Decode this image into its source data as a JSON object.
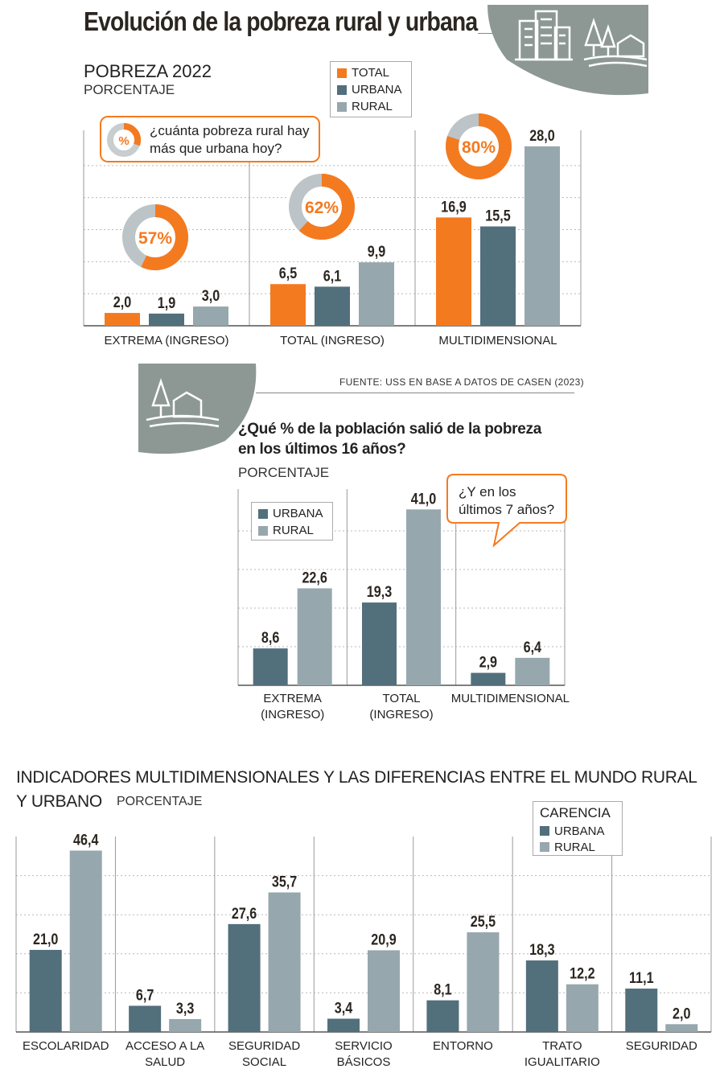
{
  "title": "Evolución de la pobreza rural y urbana",
  "colors": {
    "total": "#f47a20",
    "urbana": "#526f7c",
    "rural": "#97a7ae",
    "header_shape": "#8d9895"
  },
  "icons": [
    "buildings-icon",
    "trees-house-icon"
  ],
  "section1": {
    "title": "POBREZA 2022",
    "subtitle": "PORCENTAJE",
    "callout_badge": "%",
    "callout_text_1": "¿cuánta pobreza rural hay",
    "callout_text_2": "más que urbana hoy?",
    "source": "FUENTE: USS EN BASE A DATOS DE CASEN (2023)"
  },
  "section2": {
    "title_line1": "¿Qué % de la población salió de la pobreza",
    "title_line2": "en los últimos 16 años?",
    "subtitle": "PORCENTAJE",
    "bubble_line1": "¿Y en los",
    "bubble_line2": "últimos 7 años?"
  },
  "section3": {
    "title_line1": "INDICADORES MULTIDIMENSIONALES Y LAS DIFERENCIAS ENTRE EL MUNDO RURAL",
    "title_line2": "Y URBANO",
    "subtitle": "PORCENTAJE",
    "legend_title": "CARENCIA"
  },
  "chart_data": [
    {
      "type": "bar",
      "title": "POBREZA 2022",
      "ylabel": "PORCENTAJE",
      "categories": [
        "EXTREMA (INGRESO)",
        "TOTAL (INGRESO)",
        "MULTIDIMENSIONAL"
      ],
      "series": [
        {
          "name": "TOTAL",
          "values": [
            2.0,
            6.5,
            16.9
          ]
        },
        {
          "name": "URBANA",
          "values": [
            1.9,
            6.1,
            15.5
          ]
        },
        {
          "name": "RURAL",
          "values": [
            3.0,
            9.9,
            28.0
          ]
        }
      ],
      "value_labels": [
        [
          "2,0",
          "1,9",
          "3,0"
        ],
        [
          "6,5",
          "6,1",
          "9,9"
        ],
        [
          "16,9",
          "15,5",
          "28,0"
        ]
      ],
      "donuts": [
        {
          "label": "57%",
          "value": 57
        },
        {
          "label": "62%",
          "value": 62
        },
        {
          "label": "80%",
          "value": 80
        }
      ],
      "ylim": [
        0,
        30
      ],
      "grid": true,
      "legend": "top-center"
    },
    {
      "type": "bar",
      "ylabel": "PORCENTAJE",
      "categories": [
        "EXTREMA (INGRESO)",
        "TOTAL (INGRESO)",
        "MULTIDIMENSIONAL"
      ],
      "category_lines": [
        [
          "EXTREMA",
          "(INGRESO)"
        ],
        [
          "TOTAL",
          "(INGRESO)"
        ],
        [
          "MULTIDIMENSIONAL"
        ]
      ],
      "series": [
        {
          "name": "URBANA",
          "values": [
            8.6,
            19.3,
            2.9
          ]
        },
        {
          "name": "RURAL",
          "values": [
            22.6,
            41.0,
            6.4
          ]
        }
      ],
      "value_labels": [
        [
          "8,6",
          "22,6"
        ],
        [
          "19,3",
          "41,0"
        ],
        [
          "2,9",
          "6,4"
        ]
      ],
      "ylim": [
        0,
        45
      ],
      "grid": true,
      "legend": "top-left"
    },
    {
      "type": "bar",
      "ylabel": "PORCENTAJE",
      "categories": [
        "ESCOLARIDAD",
        "ACCESO A LA SALUD",
        "SEGURIDAD SOCIAL",
        "SERVICIO BÁSICOS",
        "ENTORNO",
        "TRATO IGUALITARIO",
        "SEGURIDAD"
      ],
      "category_lines": [
        [
          "ESCOLARIDAD"
        ],
        [
          "ACCESO A LA",
          "SALUD"
        ],
        [
          "SEGURIDAD",
          "SOCIAL"
        ],
        [
          "SERVICIO",
          "BÁSICOS"
        ],
        [
          "ENTORNO"
        ],
        [
          "TRATO",
          "IGUALITARIO"
        ],
        [
          "SEGURIDAD"
        ]
      ],
      "series": [
        {
          "name": "URBANA",
          "values": [
            21.0,
            6.7,
            27.6,
            3.4,
            8.1,
            18.3,
            11.1
          ]
        },
        {
          "name": "RURAL",
          "values": [
            46.4,
            3.3,
            35.7,
            20.9,
            25.5,
            12.2,
            2.0
          ]
        }
      ],
      "value_labels": [
        [
          "21,0",
          "46,4"
        ],
        [
          "6,7",
          "3,3"
        ],
        [
          "27,6",
          "35,7"
        ],
        [
          "3,4",
          "20,9"
        ],
        [
          "8,1",
          "25,5"
        ],
        [
          "18,3",
          "12,2"
        ],
        [
          "11,1",
          "2,0"
        ]
      ],
      "ylim": [
        0,
        50
      ],
      "grid": true,
      "legend": "top-right"
    }
  ]
}
